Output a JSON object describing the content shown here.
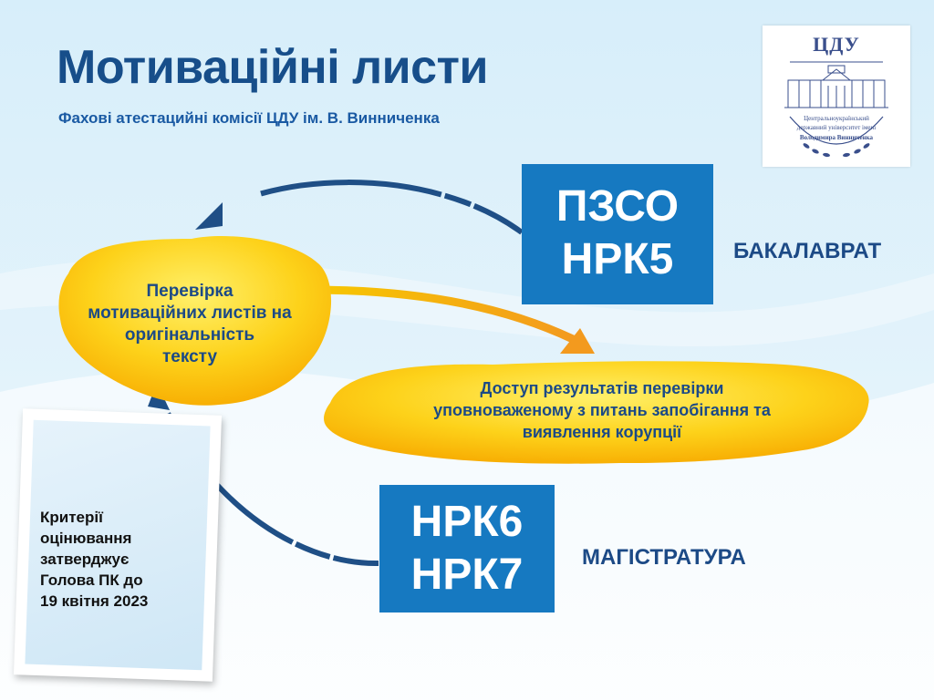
{
  "title": "Мотиваційні листи",
  "subtitle": "Фахові атестацийні комісії ЦДУ ім. В. Винниченка",
  "logo": {
    "abbr": "ЦДУ",
    "line1": "Центральноукраїнський",
    "line2": "державний університет імені",
    "line3": "Володимира Винниченка"
  },
  "boxes": {
    "top": {
      "line1": "ПЗСО",
      "line2": "НРК5"
    },
    "bottom": {
      "line1": "НРК6",
      "line2": "НРК7"
    }
  },
  "levels": {
    "bachelor": "БАКАЛАВРАТ",
    "master": "МАГІСТРАТУРА"
  },
  "clouds": {
    "check": {
      "line1": "Перевірка",
      "line2": "мотиваційних листів на",
      "line3": "оригінальність",
      "line4": "тексту"
    },
    "access": {
      "line1": "Доступ результатів перевірки",
      "line2": "уповноваженому з питань запобігання та",
      "line3": "виявлення корупції"
    }
  },
  "note": {
    "line1": "Критерії",
    "line2": "оцінювання",
    "line3": "затверджує",
    "line4": "Голова ПК до",
    "line5": "19 квітня 2023"
  },
  "colors": {
    "title": "#174e8a",
    "box": "#1679c1",
    "cloud": "#fdd21a",
    "arrow": "#1f4f86"
  }
}
